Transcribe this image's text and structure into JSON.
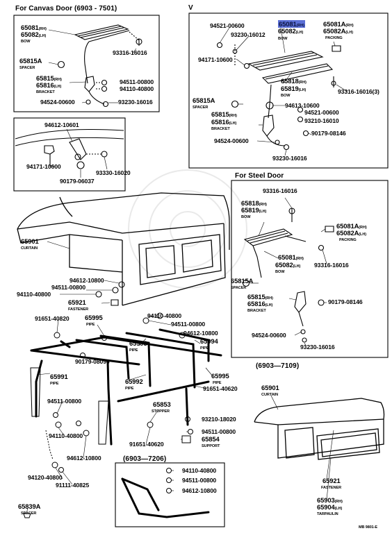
{
  "headers": {
    "canvas_door": "For Canvas Door (6903 - 7501)",
    "v_marker": "V",
    "steel_door": "For Steel Door",
    "range_7109": "(6903—7109)",
    "range_7206": "(6903—7206)"
  },
  "footer_code": "MB  9801-E",
  "highlight_color": "#5b6fd6",
  "parts": {
    "cv_65081": "65081",
    "cv_65082": "65082",
    "cv_bow": "BOW",
    "cv_93316": "93316-16016",
    "cv_65815a": "65815A",
    "cv_spacer": "SPACER",
    "cv_65815": "65815",
    "cv_65816": "65816",
    "cv_bracket": "BRACKET",
    "cv_94511": "94511-00800",
    "cv_94110": "94110-40800",
    "cv_94524": "94524-00600",
    "cv_93230": "93230-16016",
    "v_94521": "94521-00600",
    "v_93230a": "93230-16012",
    "v_94171": "94171-10600",
    "v_65081": "65081",
    "v_65082": "65082",
    "v_bow1": "BOW",
    "v_65081a": "65081A",
    "v_65082a": "65082A",
    "v_packing": "PACKING",
    "v_65818": "65818",
    "v_65819": "65819",
    "v_bow2": "BOW",
    "v_93316": "93316-16016(3)",
    "v_65815a": "65815A",
    "v_spacer": "SPACER",
    "v_94613": "94613-10600",
    "v_94521b": "94521-00600",
    "v_65815": "65815",
    "v_65816": "65816",
    "v_bracket": "BRACKET",
    "v_93210": "93210-16010",
    "v_90179": "90179-08146",
    "v_94524": "94524-00600",
    "v_93230b": "93230-16016",
    "d_94612": "94612-10601",
    "d_94171": "94171-10600",
    "d_93330": "93330-16020",
    "d_90179": "90179-06037",
    "sd_93316a": "93316-16016",
    "sd_65818": "65818",
    "sd_65819": "65819",
    "sd_bow1": "BOW",
    "sd_65081a": "65081A",
    "sd_65082a": "65082A",
    "sd_packing": "PACKING",
    "sd_65081": "65081",
    "sd_65082": "65082",
    "sd_bow2": "BOW",
    "sd_93316b": "93316-16016",
    "sd_65815a": "65815A",
    "sd_spacer": "SPACER",
    "sd_65815": "65815",
    "sd_65816": "65816",
    "sd_bracket": "BRACKET",
    "sd_90179": "90179-08146",
    "sd_94524": "94524-00600",
    "sd_93230": "93230-16016",
    "m_65901": "65901",
    "m_curtain": "CURTAIN",
    "m_94612a": "94612-10800",
    "m_94511a": "94511-00800",
    "m_94110a": "94110-40800",
    "m_65921": "65921",
    "m_fastener": "FASTENER",
    "m_91651a": "91651-40820",
    "m_65995a": "65995",
    "m_pipe1": "PIPE",
    "m_94110b": "94110-40800",
    "m_94511b": "94511-00800",
    "m_94612b": "94612-10800",
    "m_65993": "65993",
    "m_pipe2": "PIPE",
    "m_65994": "65994",
    "m_pipe3": "PIPE",
    "m_90179": "90179-08096",
    "m_65991": "65991",
    "m_pipe4": "PIPE",
    "m_65992": "65992",
    "m_pipe5": "PIPE",
    "m_65995b": "65995",
    "m_pipe6": "PIPE",
    "m_91651b": "91651-40620",
    "m_94511c": "94511-00800",
    "m_94110c": "94110-40800",
    "m_65853": "65853",
    "m_stopper": "STOPPER",
    "m_93210": "93210-18020",
    "m_94511d": "94511-00800",
    "m_65854": "65854",
    "m_support": "SUPPORT",
    "m_91651c": "91651-40620",
    "m_94612c": "94612-10800",
    "m_94120": "94120-40800",
    "m_91111": "91111-40825",
    "m_65839a": "65839A",
    "m_spacer2": "SPACER",
    "s2_94110": "94110-40800",
    "s2_94511": "94511-00800",
    "s2_94612": "94612-10800",
    "t_65901": "65901",
    "t_curtain": "CURTAIN",
    "t_65921": "65921",
    "t_fastener": "FASTENER",
    "t_65903": "65903",
    "t_65904": "65904",
    "t_tarpaulin": "TARPAULIN",
    "rh": "(RH)",
    "lh": "(LH)"
  }
}
